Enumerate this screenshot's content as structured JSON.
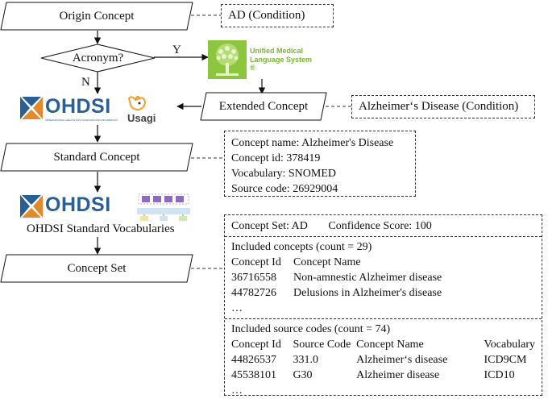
{
  "flow": {
    "origin_concept": "Origin Concept",
    "acronym_question": "Acronym?",
    "yes_label": "Y",
    "no_label": "N",
    "extended_concept": "Extended Concept",
    "standard_concept": "Standard Concept",
    "concept_set": "Concept Set"
  },
  "notes": {
    "origin": "AD (Condition)",
    "extended": "Alzheimer‘s Disease (Condition)"
  },
  "logos": {
    "ohdsi": "OHDSI",
    "ohdsi_tagline": "OBSERVATIONAL HEALTH DATA SCIENCES AND INFORMATICS",
    "usagi": "Usagi",
    "umls_line1": "Unified Medical",
    "umls_line2": "Language System ®",
    "vocab_caption": "OHDSI Standard Vocabularies"
  },
  "standard_details": {
    "concept_name": "Concept name: Alzheimer's Disease",
    "concept_id": "Concept id: 378419",
    "vocabulary": "Vocabulary: SNOMED",
    "source_code": "Source code: 26929004"
  },
  "concept_set": {
    "header_set": "Concept Set: AD",
    "header_score": "Confidence Score: 100",
    "included_title": "Included concepts (count = 29)",
    "included_columns": [
      "Concept Id",
      "Concept Name"
    ],
    "included_rows": [
      [
        "36716558",
        "Non-amnestic Alzheimer disease"
      ],
      [
        "44782726",
        "Delusions in Alzheimer's disease"
      ]
    ],
    "included_more": "…",
    "source_title": "Included source codes (count = 74)",
    "source_columns": [
      "Concept Id",
      "Source Code",
      "Concept Name",
      "Vocabulary"
    ],
    "source_rows": [
      [
        "44826537",
        "331.0",
        "Alzheimer‘s disease",
        "ICD9CM"
      ],
      [
        "45538101",
        "G30",
        "Alzheimer disease",
        "ICD10"
      ]
    ],
    "source_more": "…"
  },
  "colors": {
    "ohdsi_blue": "#2a5f96",
    "ohdsi_orange": "#e08a2c",
    "umls_green": "#8cc63e",
    "usagi_orange": "#f0a030"
  }
}
